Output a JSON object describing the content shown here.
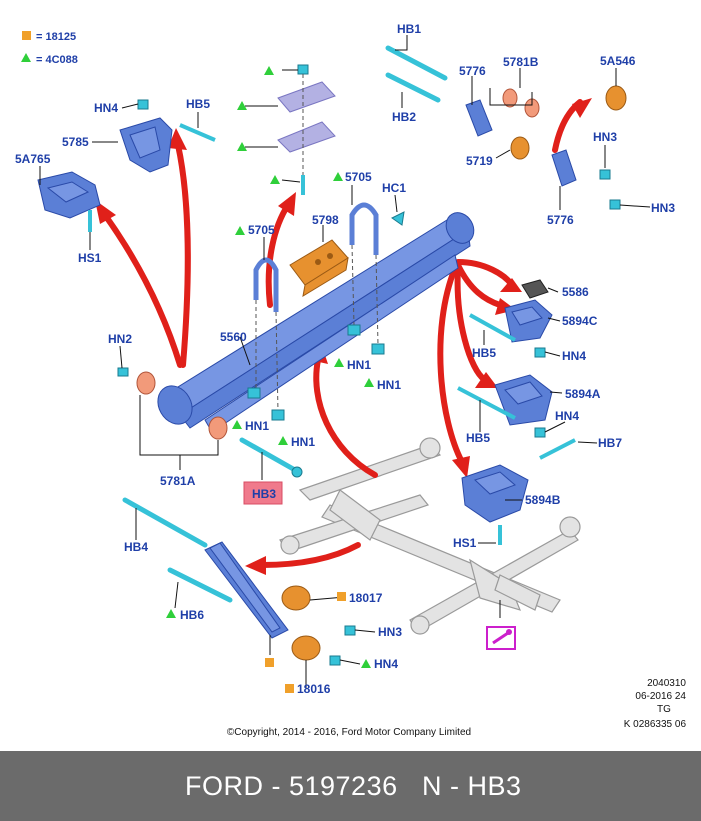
{
  "legend": [
    {
      "marker": "square",
      "color": "#f0a02a",
      "text": "= 18125"
    },
    {
      "marker": "triangle",
      "color": "#2fcf3a",
      "text": "= 4C088"
    }
  ],
  "labels": {
    "hb1": "HB1",
    "hb2": "HB2",
    "n5776a": "5776",
    "n5781b": "5781B",
    "n5a546": "5A546",
    "hn3_top": "HN3",
    "n5719": "5719",
    "n5776b": "5776",
    "hn3_right": "HN3",
    "hn4_top": "HN4",
    "hb5_top": "HB5",
    "n5785": "5785",
    "n5a765": "5A765",
    "hs1_top": "HS1",
    "n5705_mid": "5705",
    "hc1": "HC1",
    "n5705_left": "5705",
    "n5798": "5798",
    "n5586": "5586",
    "n5894c": "5894C",
    "hb5_c": "HB5",
    "hn4_c": "HN4",
    "n5894a": "5894A",
    "hn4_a": "HN4",
    "hb5_a": "HB5",
    "hb7": "HB7",
    "n5894b": "5894B",
    "hs1_b": "HS1",
    "hn2": "HN2",
    "n5560": "5560",
    "hn1_a": "HN1",
    "hn1_b": "HN1",
    "hn1_c": "HN1",
    "hn1_d": "HN1",
    "n5781a": "5781A",
    "hb3_box": "HB3",
    "hb4": "HB4",
    "hb6": "HB6",
    "n18017": "18017",
    "hn3_bottom": "HN3",
    "hn4_bottom": "HN4",
    "n18016": "18016"
  },
  "info_block": [
    "2040310",
    "06-2016 24",
    "TG",
    "K 0286335 06"
  ],
  "copyright": "©Copyright, 2014 - 2016, Ford Motor Company Limited",
  "footer": {
    "left": "FORD - 5197236",
    "right": "N - HB3"
  },
  "colors": {
    "accent_label": "#1f3fa8",
    "arrow": "#e0201a",
    "highlight_box": "#f07a8c",
    "footer_bg": "#6b6b6b"
  }
}
